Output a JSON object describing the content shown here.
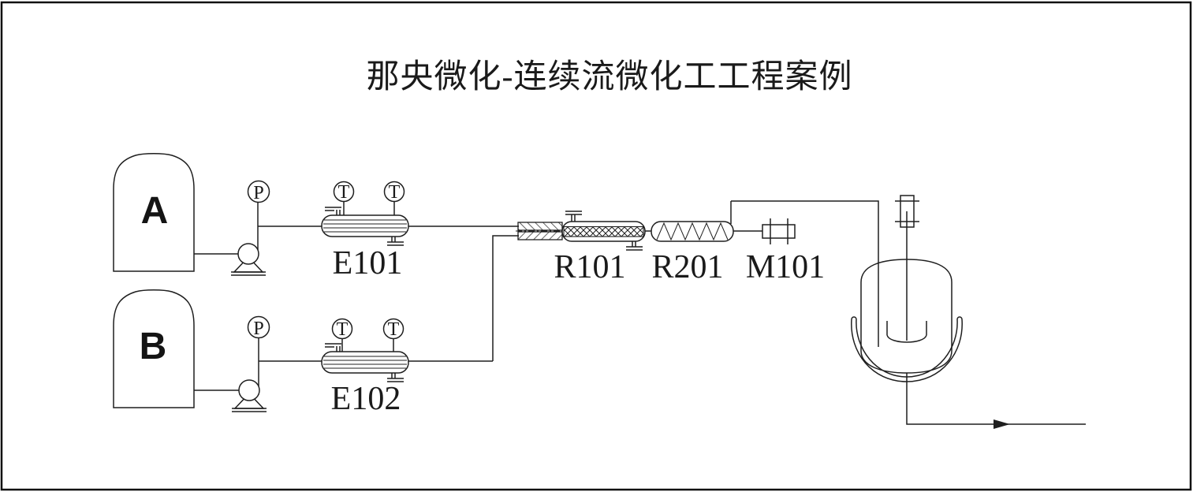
{
  "title": "那央微化-连续流微化工工程案例",
  "tanks": {
    "a": "A",
    "b": "B"
  },
  "equipment": {
    "e101": "E101",
    "e102": "E102",
    "r101": "R101",
    "r201": "R201",
    "m101": "M101"
  },
  "instruments": {
    "pressure": "P",
    "temperature": "T"
  },
  "colors": {
    "line": "#1f1f1f",
    "background": "#ffffff"
  }
}
